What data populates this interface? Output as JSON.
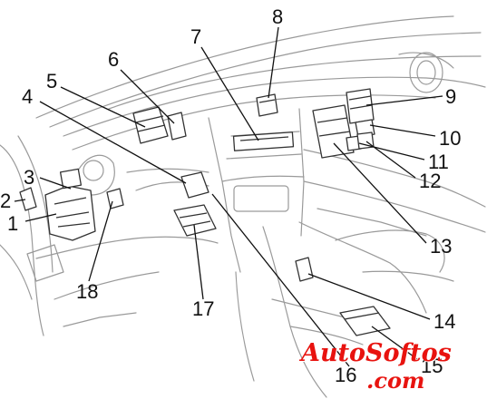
{
  "diagram": {
    "labels": [
      "1",
      "2",
      "3",
      "4",
      "5",
      "6",
      "7",
      "8",
      "9",
      "10",
      "11",
      "12",
      "13",
      "14",
      "15",
      "16",
      "17",
      "18"
    ]
  },
  "watermark": {
    "line1": "AutoSoftos",
    "line2": ".com",
    "color": "#e8130f"
  },
  "colors": {
    "linework": "#9a9a9a",
    "components": "#333333",
    "leaders": "#111111"
  }
}
